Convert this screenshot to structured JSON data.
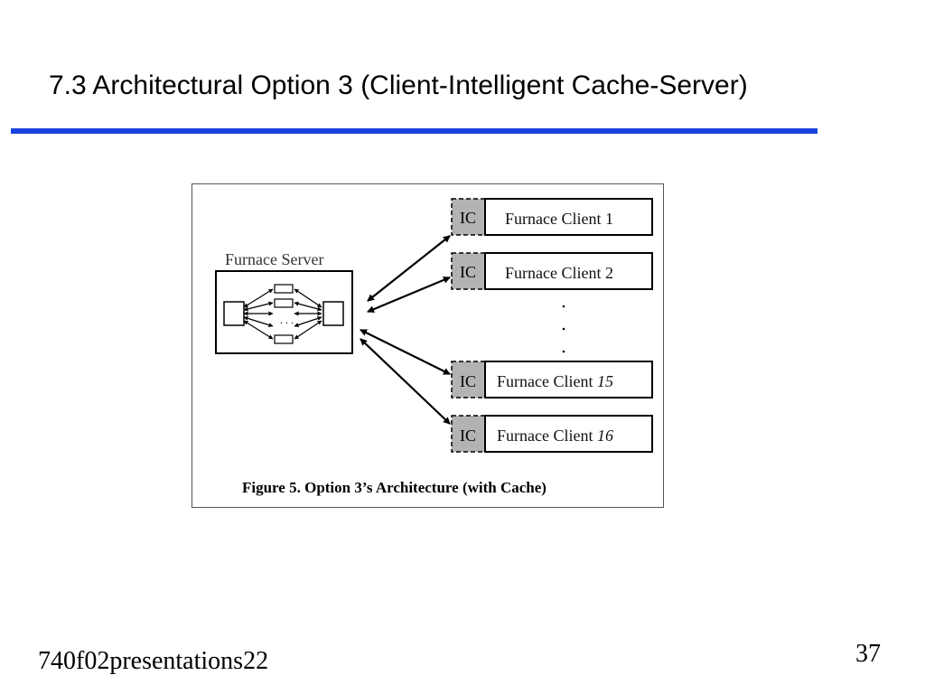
{
  "slide": {
    "title": "7.3 Architectural Option 3 (Client-Intelligent Cache-Server)",
    "footer": "740f02presentations22",
    "page_number": "37",
    "accent_color": "#1a43e0"
  },
  "figure": {
    "server_label": "Furnace Server",
    "server_dots": ". . .",
    "clients": [
      {
        "cache_label": "IC",
        "name": "Furnace Client",
        "number": "1",
        "number_italic": false
      },
      {
        "cache_label": "IC",
        "name": "Furnace Client",
        "number": "2",
        "number_italic": false
      },
      {
        "cache_label": "IC",
        "name": "Furnace Client",
        "number": "15",
        "number_italic": true
      },
      {
        "cache_label": "IC",
        "name": "Furnace Client",
        "number": "16",
        "number_italic": true
      }
    ],
    "ellipsis": ". . .",
    "caption": "Figure 5.  Option 3’s Architecture (with Cache)",
    "cache_fill": "#b3b3b3"
  }
}
